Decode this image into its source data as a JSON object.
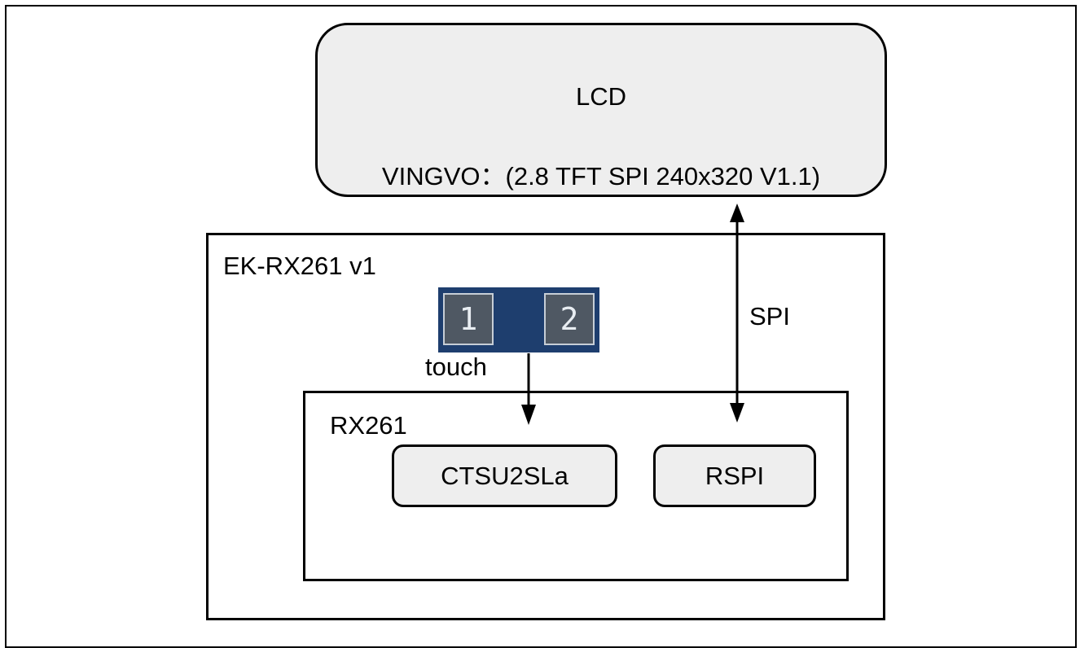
{
  "lcd": {
    "title": "LCD",
    "subtitle": "VINGVO：(2.8 TFT SPI 240x320 V1.1)"
  },
  "board": {
    "label": "EK-RX261 v1"
  },
  "touch": {
    "key1": "1",
    "key2": "2",
    "label": "touch"
  },
  "mcu": {
    "label": "RX261",
    "module_ctsu": "CTSU2SLa",
    "module_rspi": "RSPI"
  },
  "connections": {
    "spi_label": "SPI"
  },
  "colors": {
    "box_fill": "#eeeeee",
    "touch_panel": "#1e3e6e",
    "touch_key": "#4f5863"
  }
}
